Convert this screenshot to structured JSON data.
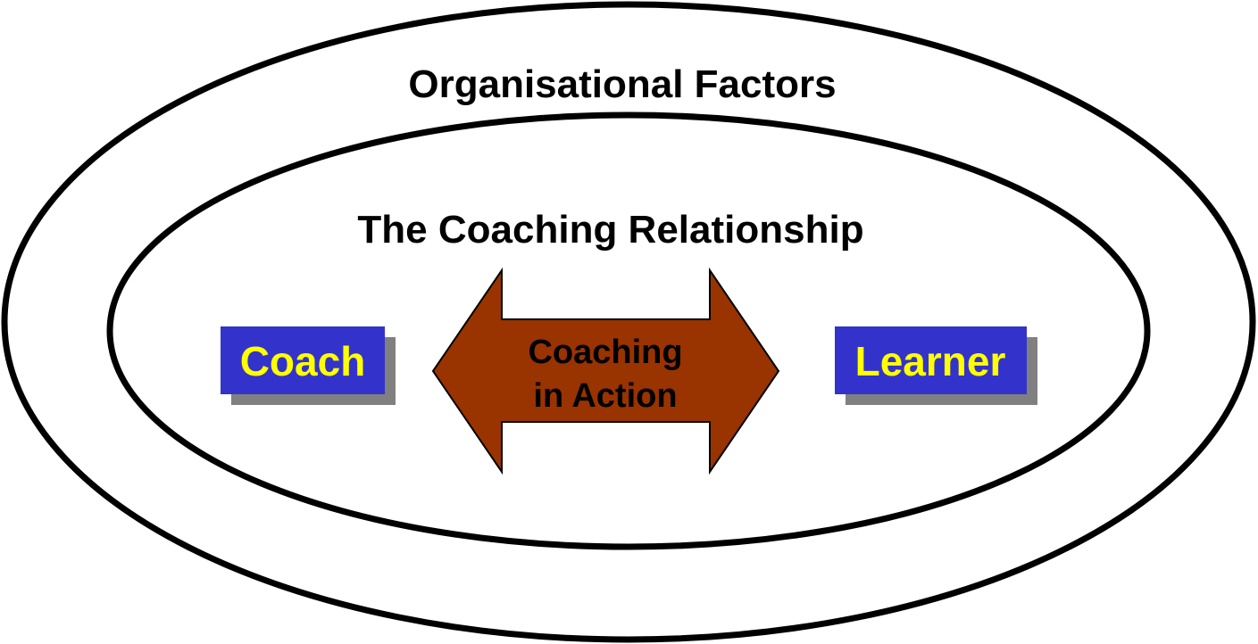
{
  "outer": {
    "label": "Organisational Factors"
  },
  "inner": {
    "label": "The Coaching Relationship"
  },
  "coach": {
    "label": "Coach"
  },
  "learner": {
    "label": "Learner"
  },
  "arrow": {
    "line1": "Coaching",
    "line2": "in Action"
  },
  "colors": {
    "ellipse_stroke": "#000000",
    "box_fill": "#3333cc",
    "box_text": "#ffff00",
    "box_shadow": "#808080",
    "arrow_fill": "#993300",
    "arrow_text": "#000000"
  }
}
